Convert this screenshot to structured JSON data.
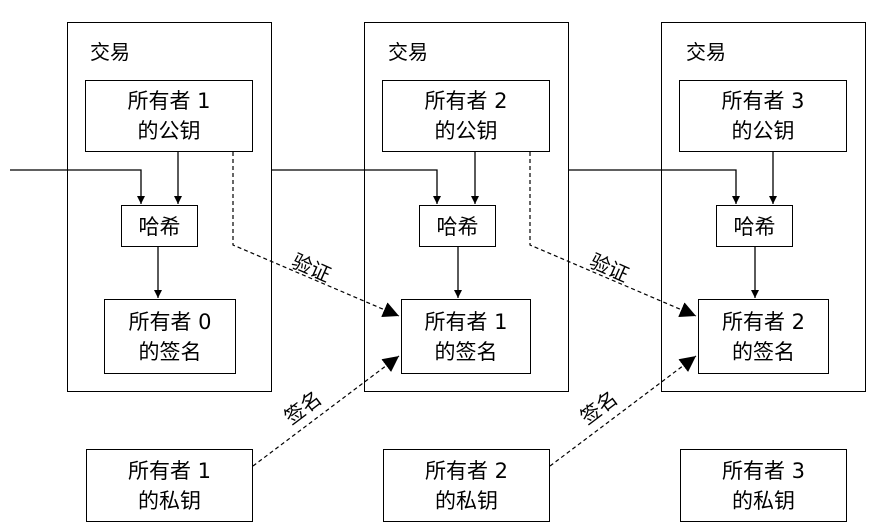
{
  "transactions": [
    {
      "title": "交易",
      "pubkey": [
        "所有者 1",
        "的公钥"
      ],
      "hash": "哈希",
      "signature": [
        "所有者 0",
        "的签名"
      ]
    },
    {
      "title": "交易",
      "pubkey": [
        "所有者 2",
        "的公钥"
      ],
      "hash": "哈希",
      "signature": [
        "所有者 1",
        "的签名"
      ]
    },
    {
      "title": "交易",
      "pubkey": [
        "所有者 3",
        "的公钥"
      ],
      "hash": "哈希",
      "signature": [
        "所有者 2",
        "的签名"
      ]
    }
  ],
  "private_keys": [
    [
      "所有者 1",
      "的私钥"
    ],
    [
      "所有者 2",
      "的私钥"
    ],
    [
      "所有者 3",
      "的私钥"
    ]
  ],
  "edge_labels": {
    "verify": "验证",
    "sign": "签名"
  }
}
